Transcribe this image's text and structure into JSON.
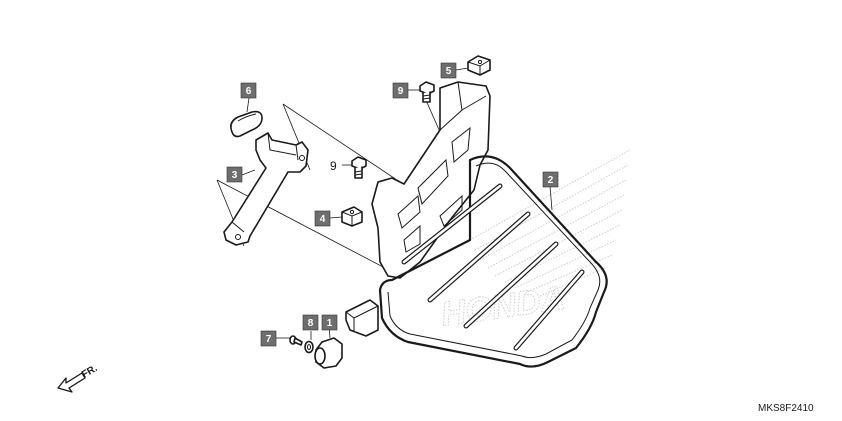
{
  "diagram": {
    "callouts": [
      {
        "id": "c1",
        "label": "1"
      },
      {
        "id": "c2",
        "label": "2"
      },
      {
        "id": "c3",
        "label": "3"
      },
      {
        "id": "c4",
        "label": "4"
      },
      {
        "id": "c5",
        "label": "5"
      },
      {
        "id": "c6",
        "label": "6"
      },
      {
        "id": "c7",
        "label": "7"
      },
      {
        "id": "c8",
        "label": "8"
      },
      {
        "id": "c9a",
        "label": "9"
      },
      {
        "id": "c9b",
        "label": "9"
      }
    ],
    "direction_label": "FR.",
    "figure_code": "MKS8F2410",
    "watermark_text": "HONDA"
  }
}
